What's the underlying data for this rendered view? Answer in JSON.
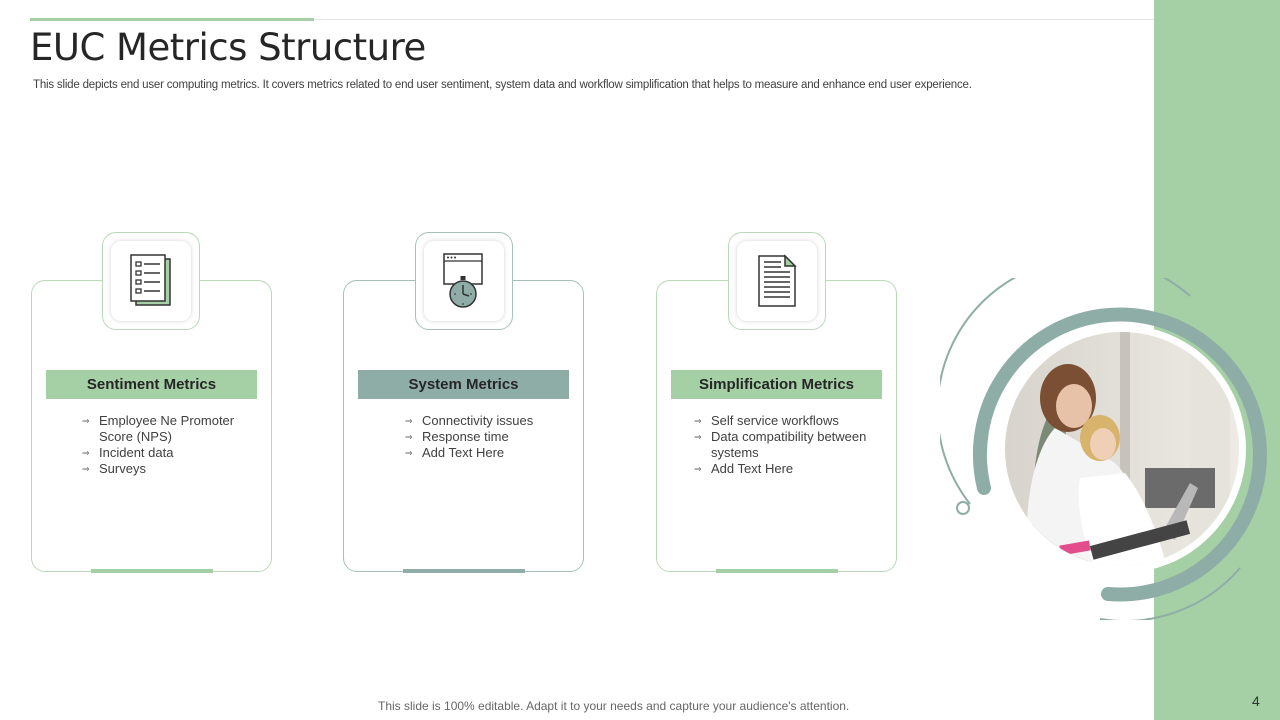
{
  "slide": {
    "title": "EUC Metrics Structure",
    "subtitle": "This slide depicts end user computing metrics. It covers metrics related to end user sentiment, system data and workflow simplification that helps to measure and enhance end user experience.",
    "footer": "This slide is 100% editable. Adapt it to your needs and capture your audience's attention.",
    "page_number": "4"
  },
  "colors": {
    "accent_green": "#a5cfa5",
    "accent_gray": "#8fada7",
    "title_text": "#262626"
  },
  "cards": [
    {
      "title": "Sentiment Metrics",
      "icon": "checklist-document-icon",
      "bullets": [
        "Employee Ne Promoter Score (NPS)",
        "Incident data",
        "Surveys"
      ]
    },
    {
      "title": "System Metrics",
      "icon": "browser-stopwatch-icon",
      "bullets": [
        "Connectivity issues",
        "Response time",
        "Add Text Here"
      ]
    },
    {
      "title": "Simplification Metrics",
      "icon": "text-document-icon",
      "bullets": [
        "Self service workflows",
        "Data compatibility between systems",
        "Add Text Here"
      ]
    }
  ],
  "photo": {
    "icon": "people-at-laptop-photo"
  }
}
